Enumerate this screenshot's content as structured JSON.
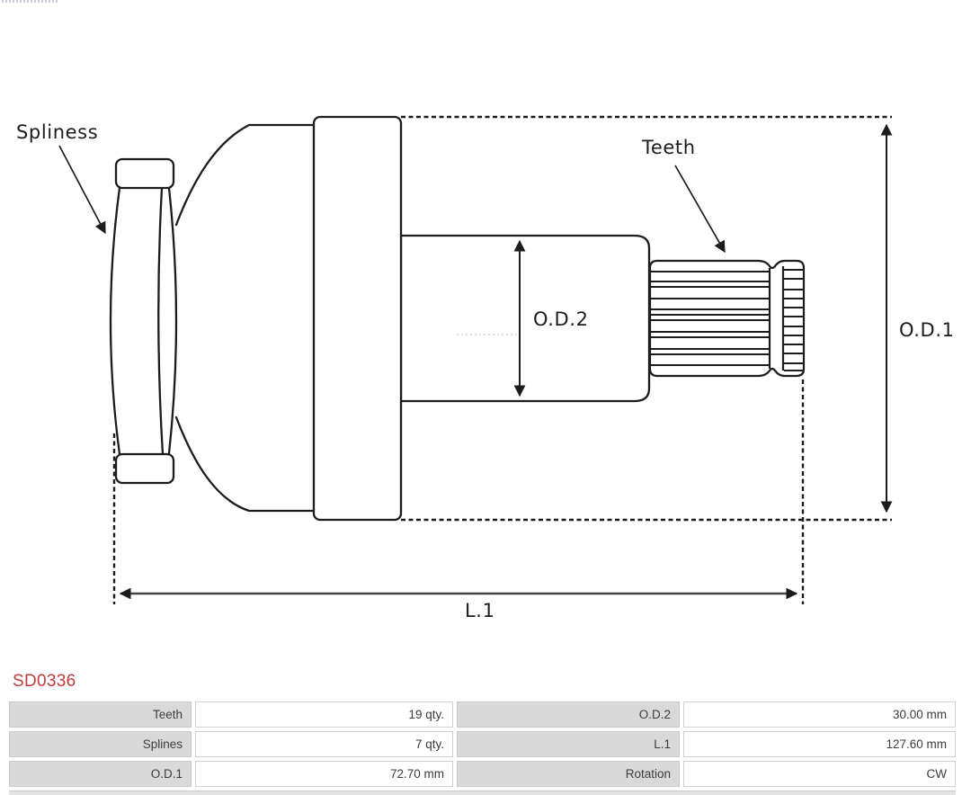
{
  "page": {
    "background": "#ffffff",
    "accent_red": "#c13b3b",
    "line_color": "#1c1c1c",
    "table_label_bg": "#d9d9d9",
    "table_value_bg": "#ffffff",
    "table_text_color": "#3c3c3c"
  },
  "diagram": {
    "labels": {
      "splines": "Spliness",
      "teeth": "Teeth",
      "od2": "O.D.2",
      "od1": "O.D.1",
      "l1": "L.1"
    }
  },
  "part": {
    "number": "SD0336"
  },
  "table": {
    "rows": [
      {
        "label_a": "Teeth",
        "value_a": "19 qty.",
        "label_b": "O.D.2",
        "value_b": "30.00 mm"
      },
      {
        "label_a": "Splines",
        "value_a": "7 qty.",
        "label_b": "L.1",
        "value_b": "127.60 mm"
      },
      {
        "label_a": "O.D.1",
        "value_a": "72.70 mm",
        "label_b": "Rotation",
        "value_b": "CW"
      }
    ]
  }
}
